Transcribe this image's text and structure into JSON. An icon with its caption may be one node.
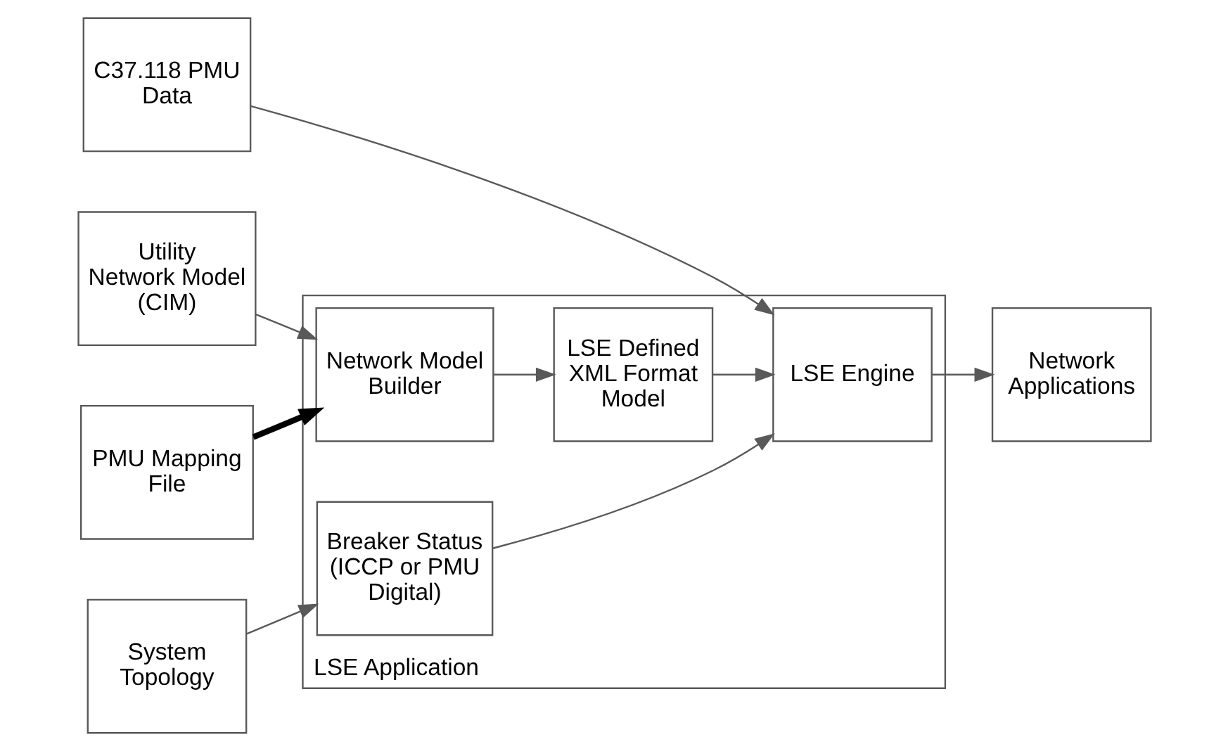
{
  "diagram": {
    "nodes": [
      {
        "text": [
          "LSE Application"
        ]
      },
      {
        "text": [
          "Utility Network Model (CIM)"
        ]
      },
      {
        "text": [
          "PMU Mapping File"
        ]
      },
      {
        "text": [
          "Network Model Builder"
        ],
        "in": 0
      },
      {
        "text": [
          "LSE Defined XML Format Model"
        ],
        "in": 0
      },
      {
        "text": [
          "C37.118 PMU Data"
        ]
      },
      {
        "text": [
          "LSE Engine"
        ],
        "in": 0
      },
      {
        "text": [
          "Breaker Status (ICCP or PMU Digital)"
        ],
        "in": 0
      },
      {
        "text": [
          "Network Applications"
        ]
      },
      {
        "text": [
          "System Topology"
        ]
      }
    ],
    "edges": [
      {
        "from": 1,
        "to": 3,
        "arrow": "to"
      },
      {
        "from": 2,
        "to": 3,
        "arrow": "to",
        "style": "thick",
        "color": "#000000"
      },
      {
        "from": 3,
        "to": 4,
        "arrow": "to"
      },
      {
        "from": 4,
        "to": 6,
        "arrow": "to"
      },
      {
        "from": 5,
        "to": 6,
        "arrow": "to"
      },
      {
        "from": 7,
        "to": 6,
        "arrow": "to"
      },
      {
        "from": 6,
        "to": 8,
        "arrow": "to"
      },
      {
        "from": 9,
        "to": 7,
        "arrow": "to"
      }
    ]
  }
}
